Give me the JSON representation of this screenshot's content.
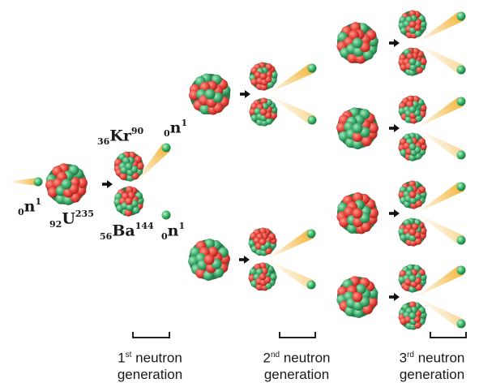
{
  "labels": {
    "incoming_neutron": {
      "pre": "0",
      "sym": "n",
      "post": "1"
    },
    "uranium": {
      "pre": "92",
      "sym": "U",
      "post": "235"
    },
    "krypton": {
      "pre": "36",
      "sym": "Kr",
      "post": "90"
    },
    "barium": {
      "pre": "56",
      "sym": "Ba",
      "post": "144"
    },
    "neutron_top": {
      "pre": "0",
      "sym": "n",
      "post": "1"
    },
    "neutron_bottom": {
      "pre": "0",
      "sym": "n",
      "post": "1"
    }
  },
  "generations": [
    {
      "num": "1",
      "suffix": "st",
      "word": "neutron",
      "line2": "generation"
    },
    {
      "num": "2",
      "suffix": "nd",
      "word": "neutron",
      "line2": "generation"
    },
    {
      "num": "3",
      "suffix": "rd",
      "word": "neutron",
      "line2": "generation"
    }
  ],
  "colors": {
    "proton": "#e8453c",
    "neutron": "#3fae6e",
    "neutron_particle": "#2fae5e",
    "trail": "#f3b437",
    "arrow": "#111111",
    "bracket": "#222222"
  }
}
